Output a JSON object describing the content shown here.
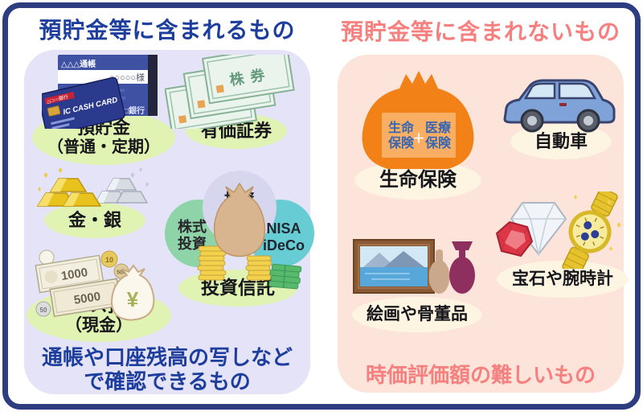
{
  "left": {
    "title": "預貯金等に含まれるもの",
    "footer_line1": "通帳や口座残高の写しなど",
    "footer_line2": "で確認できるもの",
    "labels": {
      "deposit_line1": "預貯金",
      "deposit_line2": "（普通・定期）",
      "securities": "有価証券",
      "gold_silver": "金・銀",
      "investment": "投資信託",
      "cash_line1": "タンス預金",
      "cash_line2": "（現金）"
    },
    "passbook": {
      "header": "△△△通帳",
      "holder": "○○○○○様",
      "watermark": "行",
      "bank": "□□□銀行",
      "card_issuer": "△□○○銀行",
      "card_title": "IC CASH CARD"
    },
    "certificate_title": "株券",
    "investment_bubbles": {
      "center_line1": "投資",
      "center_line2": "信託",
      "left_line1": "株式",
      "left_line2": "投資",
      "right_line1": "NISA",
      "right_line2": "iDeCo"
    },
    "cash_items": {
      "note1": "1000",
      "note2": "5000",
      "coin10": "10",
      "coin500": "500",
      "coin50": "50",
      "bag_yen": "¥"
    }
  },
  "right": {
    "title": "預貯金等に含まれないもの",
    "footer": "時価評価額の難しいもの",
    "labels": {
      "insurance": "生命保険",
      "car": "自動車",
      "art": "絵画や骨董品",
      "jewelry": "宝石や腕時計"
    },
    "insurance_bag": {
      "left_line1": "生命",
      "left_line2": "保険",
      "plus": "＋",
      "right_line1": "医療",
      "right_line2": "保険"
    }
  },
  "colors": {
    "frame_navy": "#2e3c80",
    "title_blue": "#1d3e9c",
    "title_pink": "#f6807f",
    "panel_lavender": "#e4e3f8",
    "panel_pink": "#fce4da",
    "pill_green": "#e0f3b2",
    "pill_cream": "#fdf5e1",
    "insurance_orange": "#f28218"
  }
}
